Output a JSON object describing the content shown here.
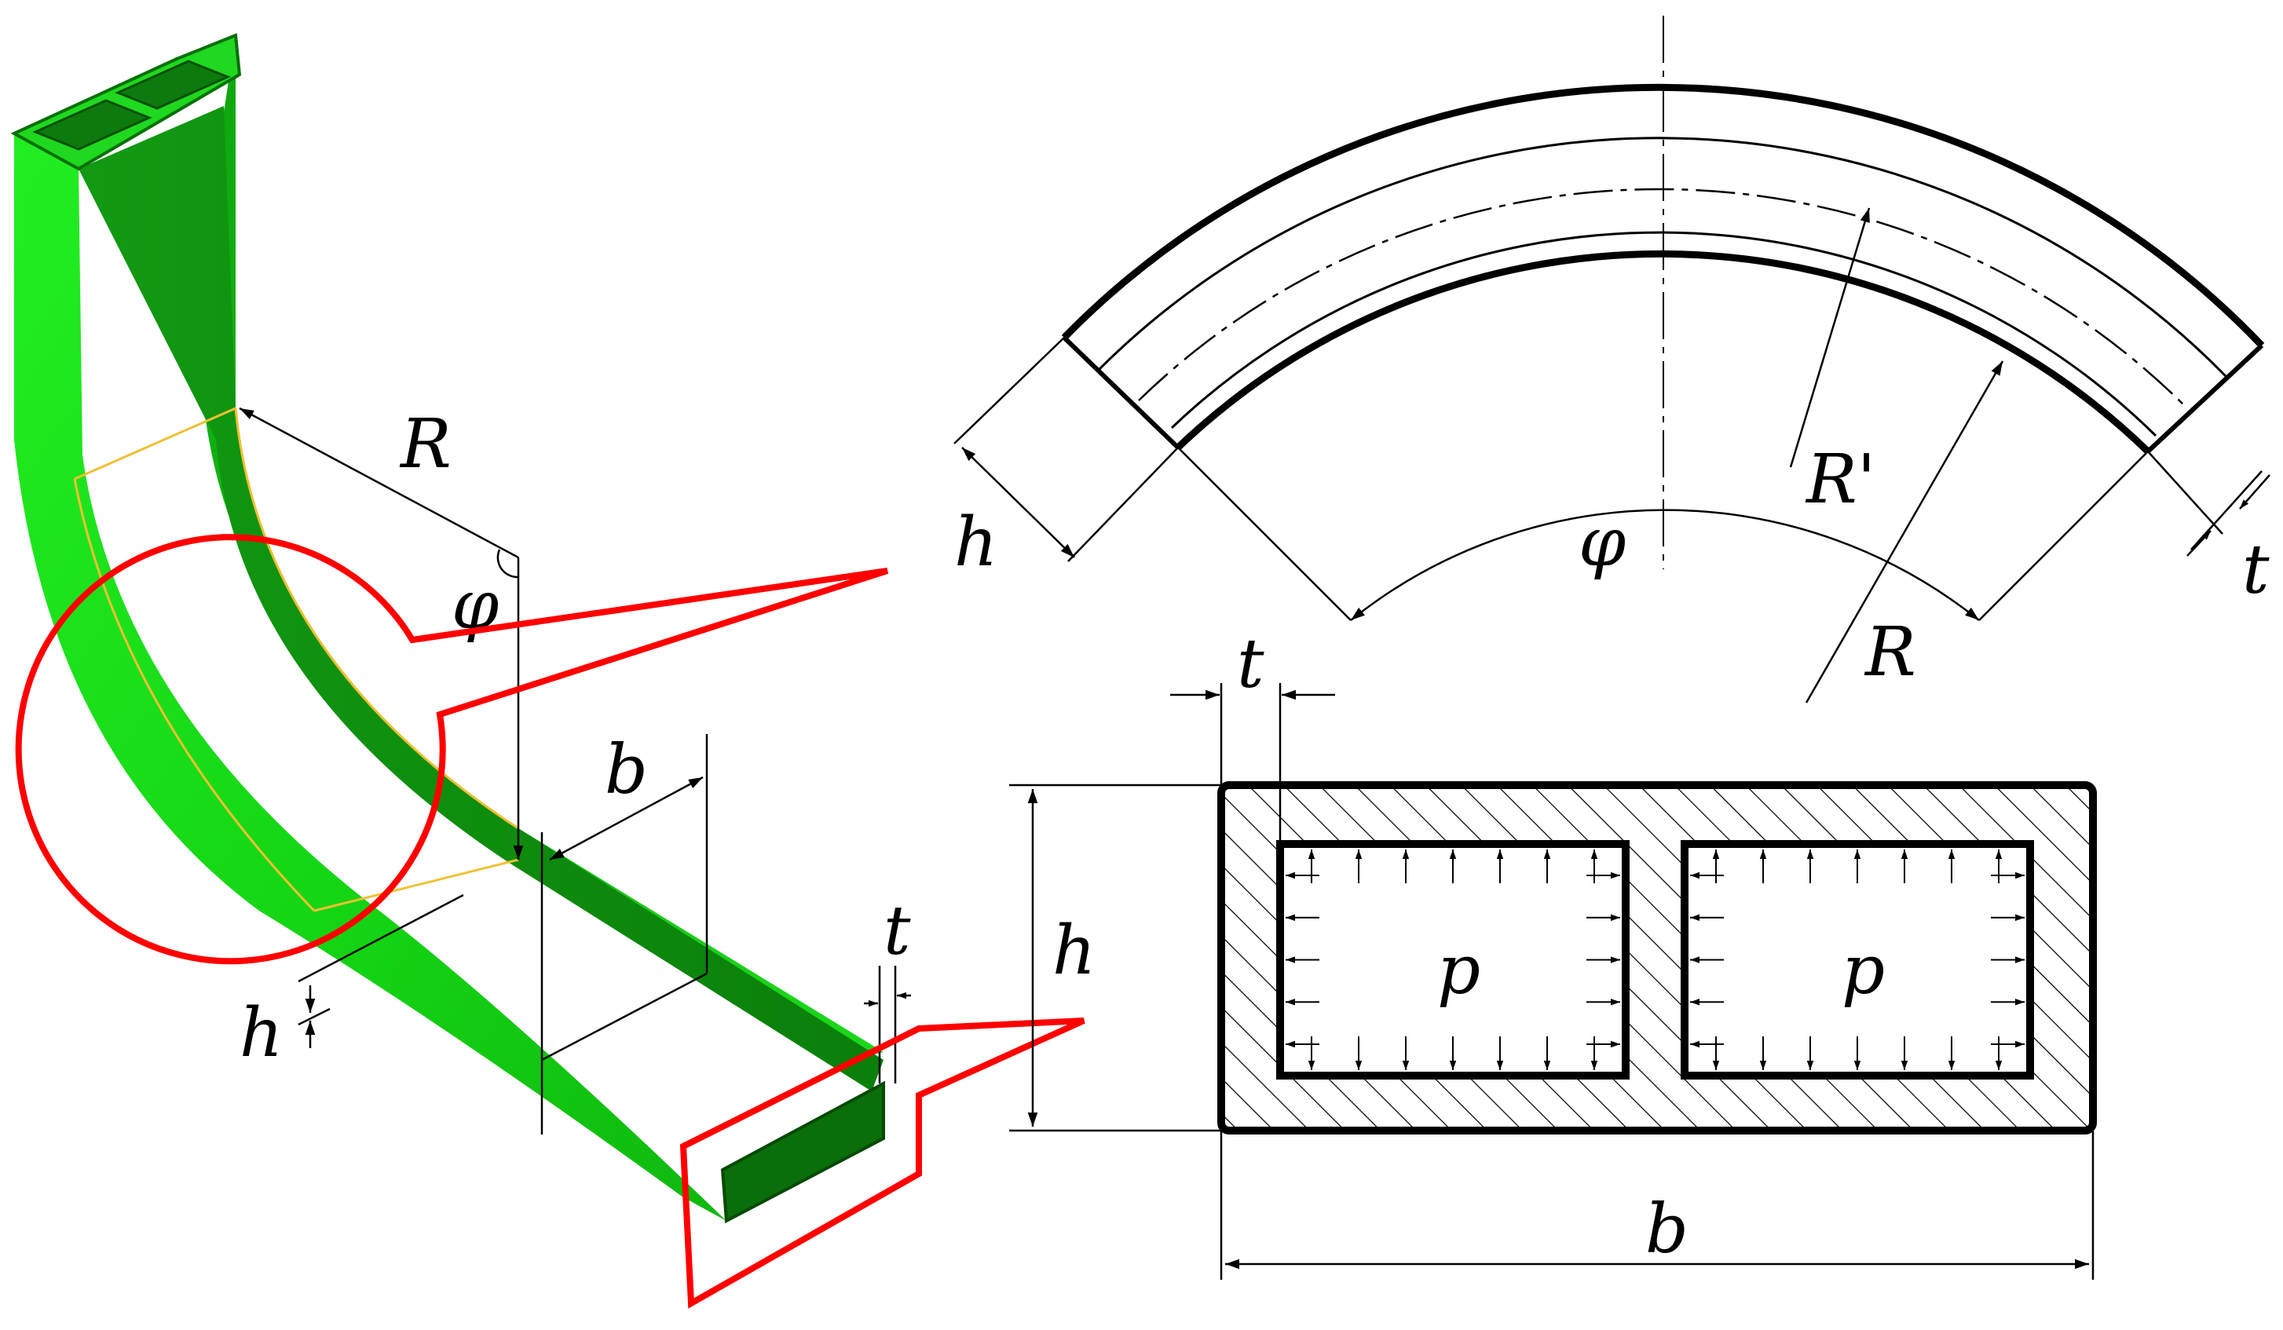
{
  "labels": {
    "iso": {
      "R": "R",
      "phi": "φ",
      "b": "b",
      "h": "h",
      "t": "t"
    },
    "bend": {
      "h": "h",
      "phi": "φ",
      "R_prime": "R'",
      "R": "R",
      "t": "t"
    },
    "section": {
      "t": "t",
      "h": "h",
      "b": "b",
      "p_left": "p",
      "p_right": "p"
    }
  },
  "colors": {
    "tube_light": "#1ee41e",
    "tube_mid": "#12c812",
    "tube_dark": "#0b8d0b",
    "callout": "#ff0000",
    "seam": "#f0c030",
    "ink": "#000000"
  }
}
